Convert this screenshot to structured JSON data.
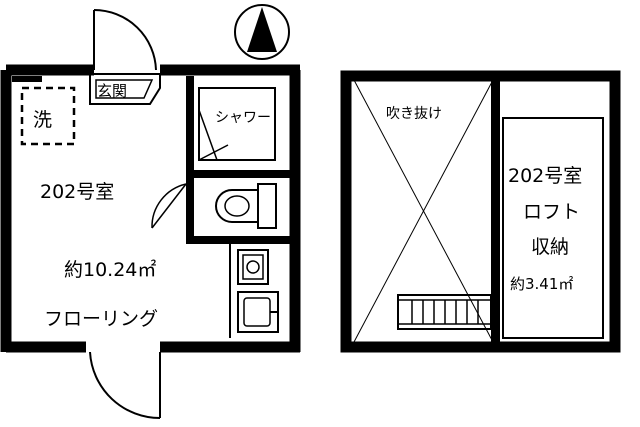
{
  "north_icon": "north-arrow-icon",
  "colors": {
    "wall": "#000000",
    "line": "#000000",
    "background": "#ffffff"
  },
  "lower_floor": {
    "entrance": "玄関",
    "washer": "洗",
    "shower": "シャワー",
    "room_name": "202号室",
    "area": "約10.24㎡",
    "floor_type": "フローリング"
  },
  "loft_floor": {
    "void": "吹き抜け",
    "room_name": "202号室",
    "loft_line1": "ロフト",
    "loft_line2": "収納",
    "loft_area": "約3.41㎡"
  }
}
